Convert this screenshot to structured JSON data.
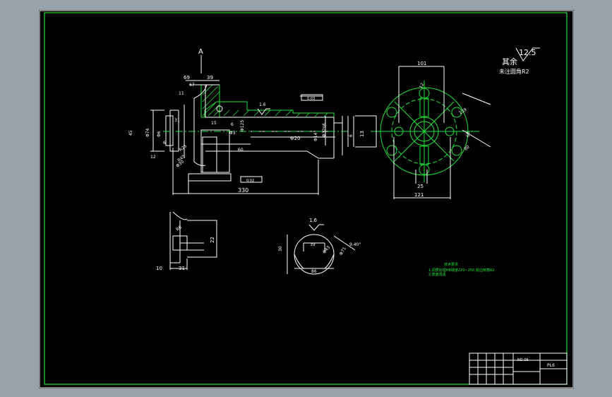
{
  "surface": {
    "finish_value": "12.5",
    "finish_caption": "其余",
    "chamfer_note": "未注圆角R2"
  },
  "section_label": "A",
  "view_main": {
    "dims": {
      "d69": "69",
      "d39": "39",
      "d67": "67",
      "d11": "11",
      "d31": "31",
      "d6a": "6",
      "d330": "330",
      "d15": "15",
      "d6b": "6",
      "d12": "12",
      "dia20": "Φ20",
      "dia125": "Φ125",
      "dia3": "Φ3",
      "dia74": "Φ74",
      "dia6": "Φ6",
      "dia32": "Φ32n6",
      "dia14": "Φ14",
      "d45": "45",
      "r25": "R25",
      "r45": "R45",
      "dia30": "Φ30",
      "d60": "60"
    },
    "roughness_top": "1.6",
    "tol_top": "0.03",
    "tol_bottom": "0.02"
  },
  "view_side": {
    "d101": "101",
    "d121": "121",
    "d25": "25",
    "d13": "13",
    "d12": "12",
    "d139": "139",
    "d80": "80",
    "d60": "60",
    "d6": "6"
  },
  "view_detail_left": {
    "d10": "10",
    "d31": "31",
    "d22": "22",
    "r6": "R6"
  },
  "view_detail_center": {
    "roughness": "1.6",
    "d39": "39",
    "d86": "86",
    "d30": "30",
    "d43": "Φ43",
    "angle": "9.40°",
    "d71": "Φ71"
  },
  "notes": {
    "title": "技术要求",
    "line1": "1.调质处理HB硬度220~250,锐边倒角R2",
    "line2": "2.表面发黑"
  },
  "title_block": {
    "drawing_no": "ND-06",
    "part_name": "PL6"
  }
}
